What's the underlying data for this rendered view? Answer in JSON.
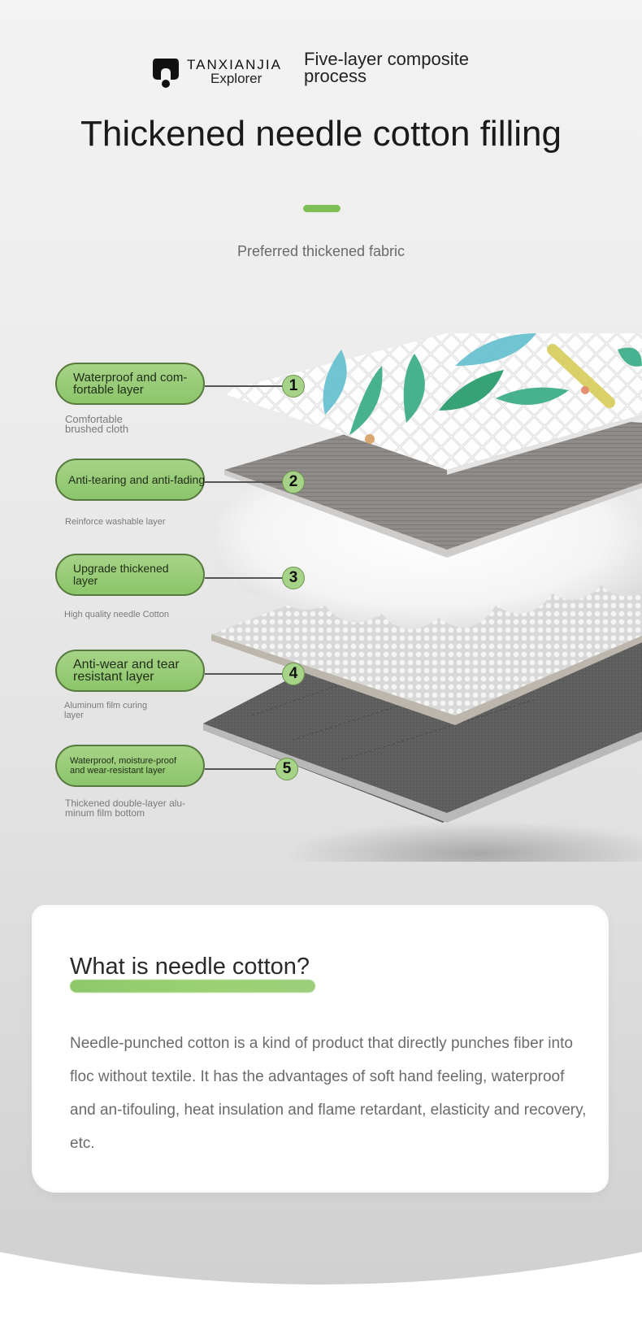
{
  "header": {
    "brand_name": "TANXIANJIA",
    "brand_sub": "Explorer",
    "process_title": "Five-layer composite process",
    "main_title": "Thickened needle cotton filling",
    "preferred_text": "Preferred thickened fabric"
  },
  "layers": [
    {
      "number": "1",
      "label": "Waterproof and com-fortable layer",
      "desc": "Comfortable brushed cloth"
    },
    {
      "number": "2",
      "label": "Anti-tearing and anti-fading",
      "desc": "Reinforce washable layer"
    },
    {
      "number": "3",
      "label": "Upgrade thickened layer",
      "desc": "High quality needle Cotton"
    },
    {
      "number": "4",
      "label": "Anti-wear and tear resistant layer",
      "desc": "Aluminum film curing layer"
    },
    {
      "number": "5",
      "label": "Waterproof, moisture-proof and wear-resistant layer",
      "desc": "Thickened double-layer alu-minum film bottom"
    }
  ],
  "info_card": {
    "title": "What is needle cotton?",
    "body": "Needle-punched cotton is a kind of product that directly punches fiber into floc without textile. It has the advantages of soft hand feeling, waterproof and an-tifouling, heat insulation and flame retardant, elasticity and recovery, etc."
  },
  "colors": {
    "accent_green": "#8cc56a",
    "pill_border": "#57793e",
    "title_text": "#1a1a1a"
  },
  "icons": {
    "logo": "tanxianjia-logo-icon"
  }
}
